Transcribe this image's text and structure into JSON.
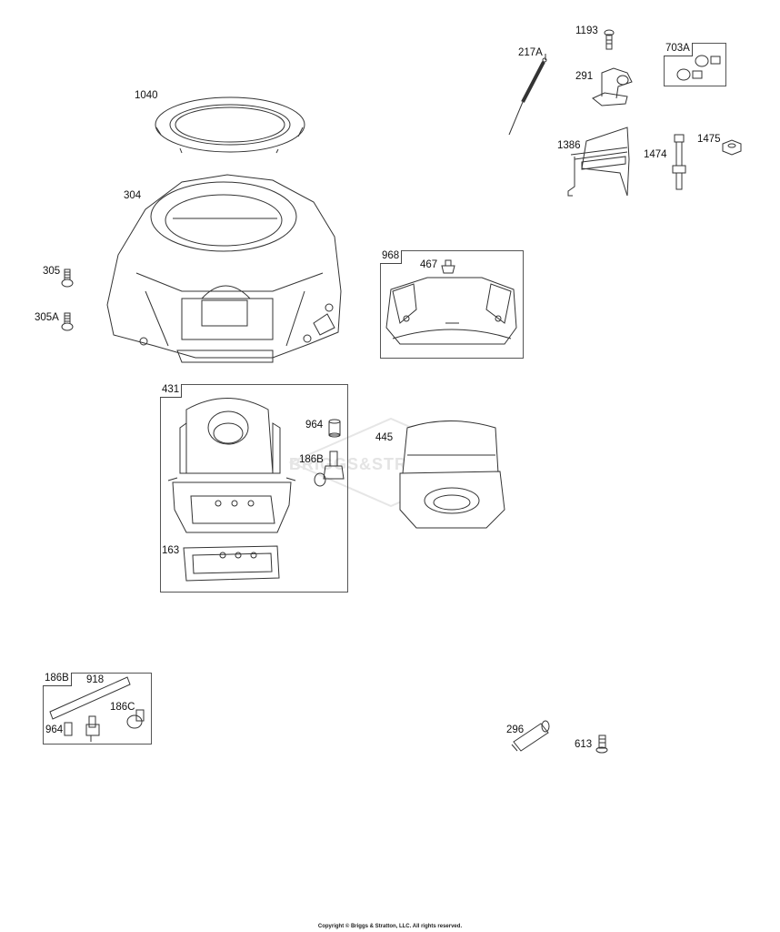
{
  "labels": {
    "p1040": "1040",
    "p304": "304",
    "p305": "305",
    "p305a": "305A",
    "p1193": "1193",
    "p217a": "217A",
    "p291": "291",
    "p703a": "703A",
    "p1386": "1386",
    "p1474": "1474",
    "p1475": "1475",
    "p968": "968",
    "p467": "467",
    "p431": "431",
    "p964a": "964",
    "p186ba": "186B",
    "p445": "445",
    "p163": "163",
    "p186bb": "186B",
    "p918": "918",
    "p186c": "186C",
    "p964b": "964",
    "p296": "296",
    "p613": "613"
  },
  "watermark": "BRIGGS&STRATTON",
  "copyright": "Copyright © Briggs & Stratton, LLC. All rights reserved."
}
